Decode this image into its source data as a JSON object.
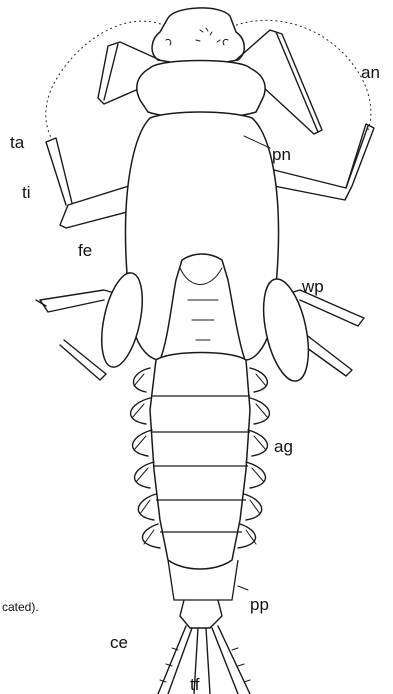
{
  "labels": {
    "an": "an",
    "pn": "pn",
    "ta": "ta",
    "ti": "ti",
    "fe": "fe",
    "wp": "wp",
    "ag": "ag",
    "pp": "pp",
    "ce": "ce",
    "tf": "tf"
  },
  "caption_fragment": "cated).",
  "colors": {
    "line": "#1a1a1a",
    "background": "#ffffff"
  }
}
